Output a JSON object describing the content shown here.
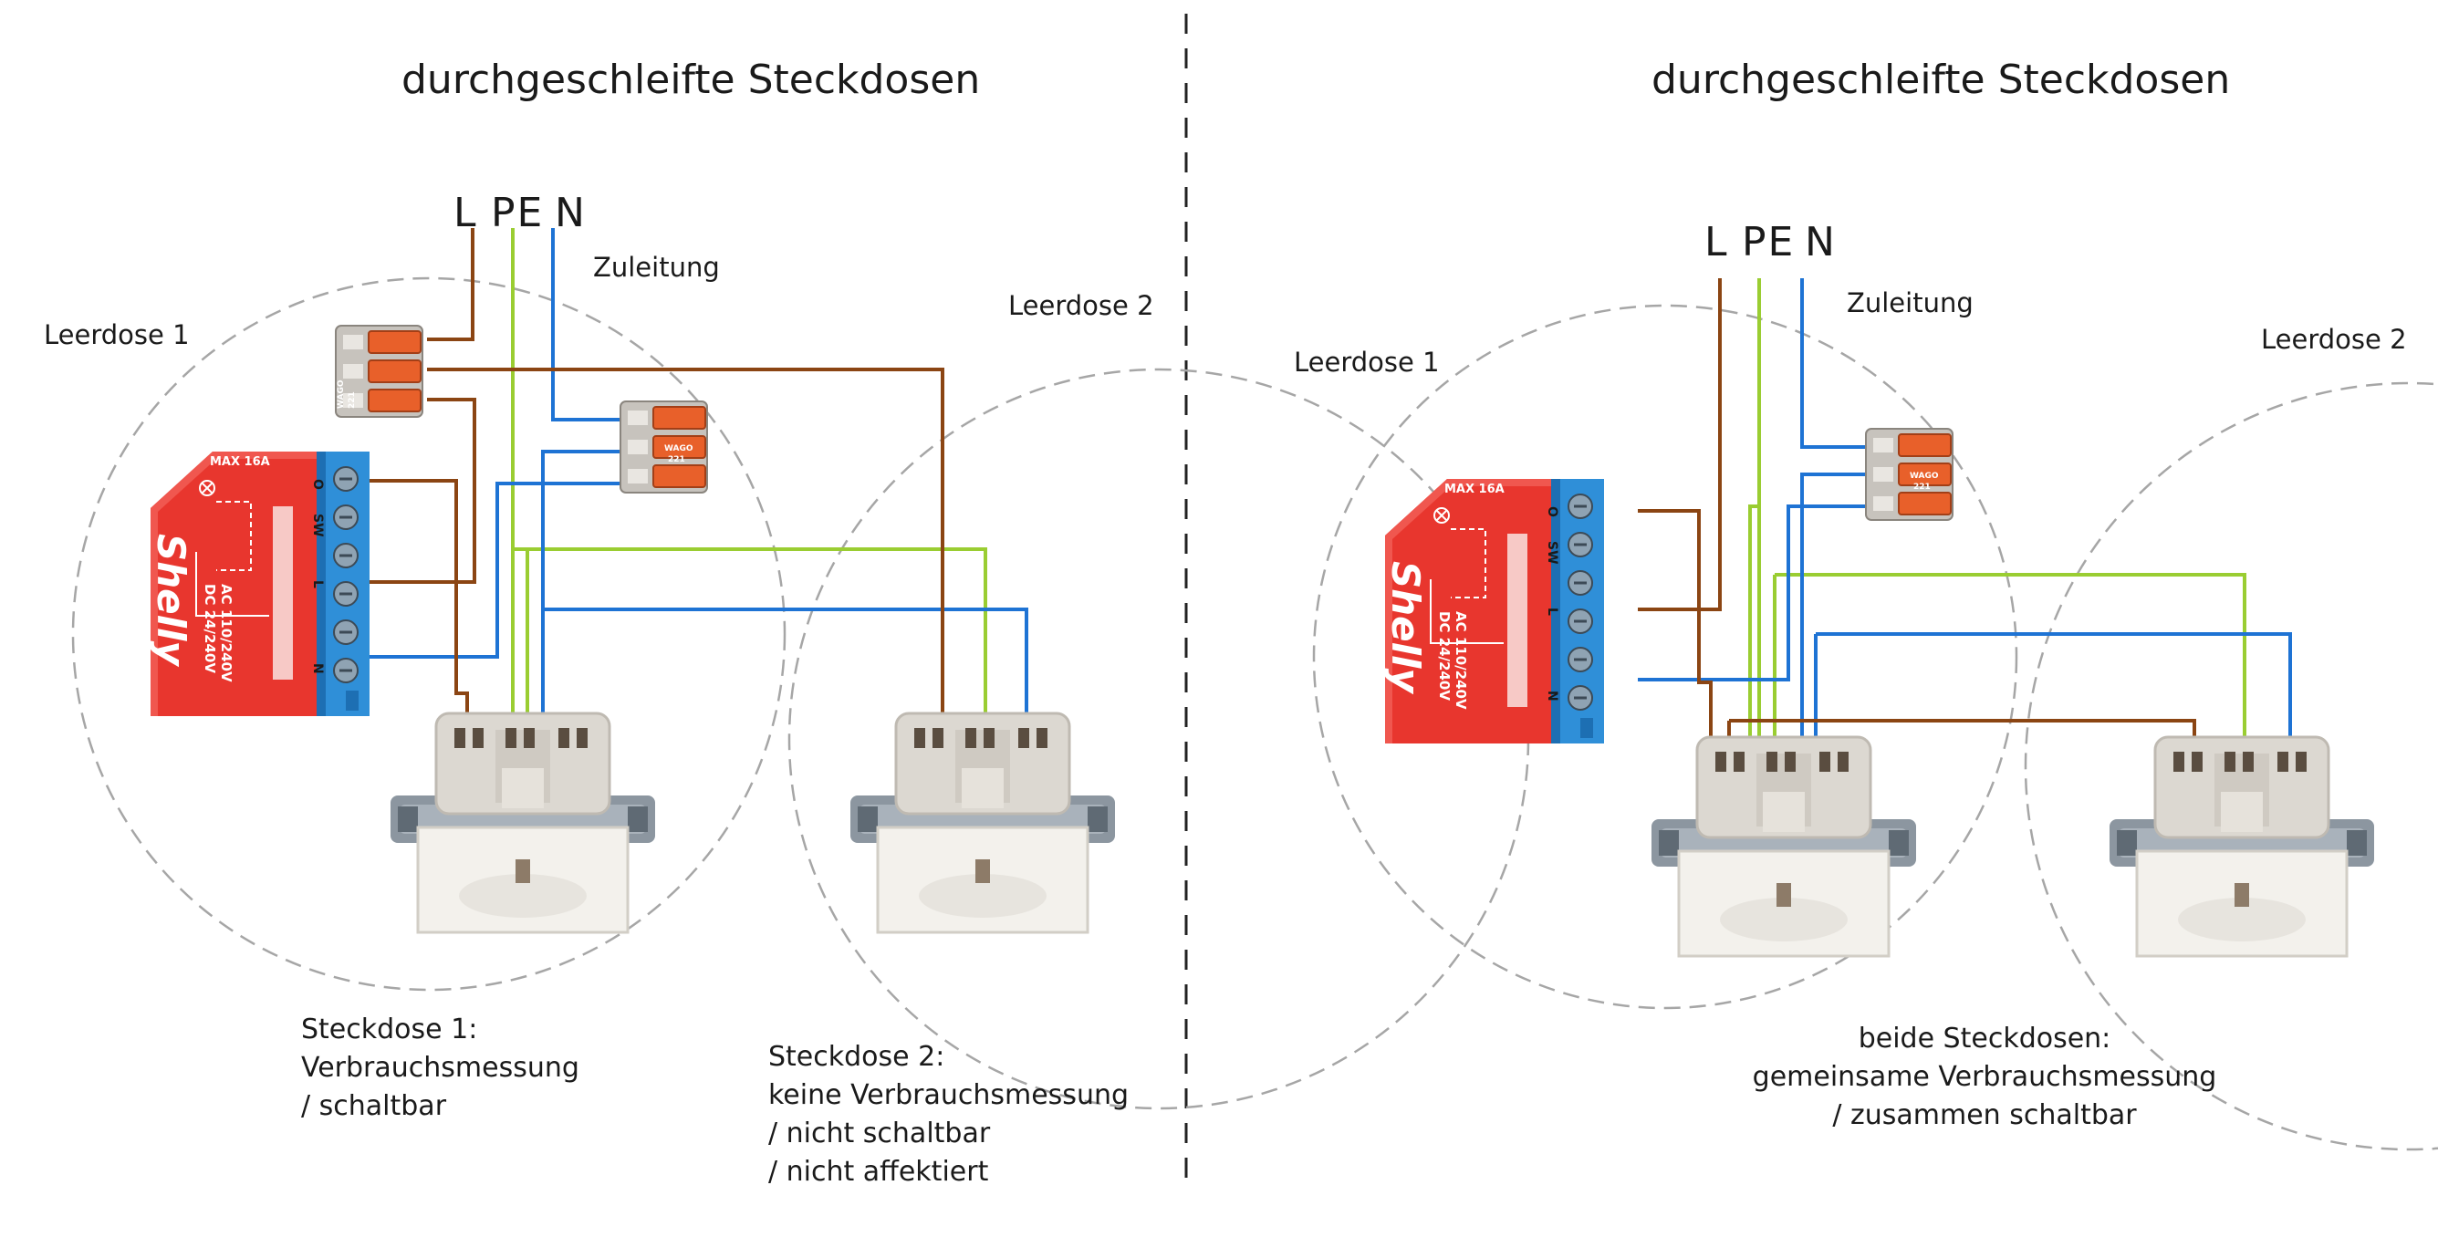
{
  "colors": {
    "live": "#8b4513",
    "earth": "#9acd32",
    "neutral": "#1e73d4",
    "shelly_red": "#e8362e",
    "terminal_blue": "#2f8fd8",
    "wago_orange": "#e8602a",
    "outlet_gray": "#d8d5cf"
  },
  "left": {
    "title": "durchgeschleifte Steckdosen",
    "conductors": {
      "l": "L",
      "pe": "PE",
      "n": "N"
    },
    "feed_label": "Zuleitung",
    "box1_label": "Leerdose 1",
    "box2_label": "Leerdose 2",
    "caption1": [
      "Steckdose 1:",
      "Verbrauchsmessung",
      "/ schaltbar"
    ],
    "caption2": [
      "Steckdose 2:",
      "keine Verbrauchsmessung",
      "/ nicht schaltbar",
      "/ nicht affektiert"
    ]
  },
  "right": {
    "title": "durchgeschleifte Steckdosen",
    "conductors": {
      "l": "L",
      "pe": "PE",
      "n": "N"
    },
    "feed_label": "Zuleitung",
    "box1_label": "Leerdose 1",
    "box2_label": "Leerdose 2",
    "caption": [
      "beide Steckdosen:",
      "gemeinsame Verbrauchsmessung",
      "/ zusammen schaltbar"
    ]
  },
  "shelly": {
    "brand": "Shelly",
    "max_current": "MAX 16A",
    "rating_ac": "AC 110/240V",
    "rating_dc": "DC 24/240V",
    "terminals": [
      "O",
      "SW",
      "L",
      "N"
    ]
  },
  "wago": {
    "brand": "WAGO",
    "model": "221"
  }
}
